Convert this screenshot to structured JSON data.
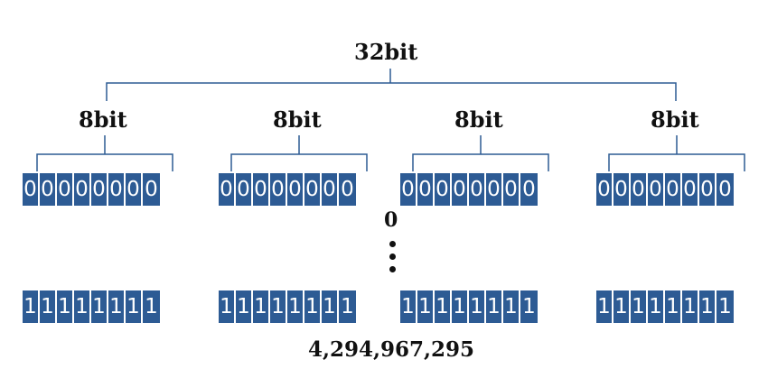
{
  "title": "32bit",
  "byte_label": "8bit",
  "min_value": "0",
  "max_value": "4,294,967,295",
  "zero_bit": "0",
  "one_bit": "1",
  "bits_per_byte": 8,
  "byte_count": 4,
  "cell_color": "#2d5b94",
  "bracket_color": "#2d5b94"
}
